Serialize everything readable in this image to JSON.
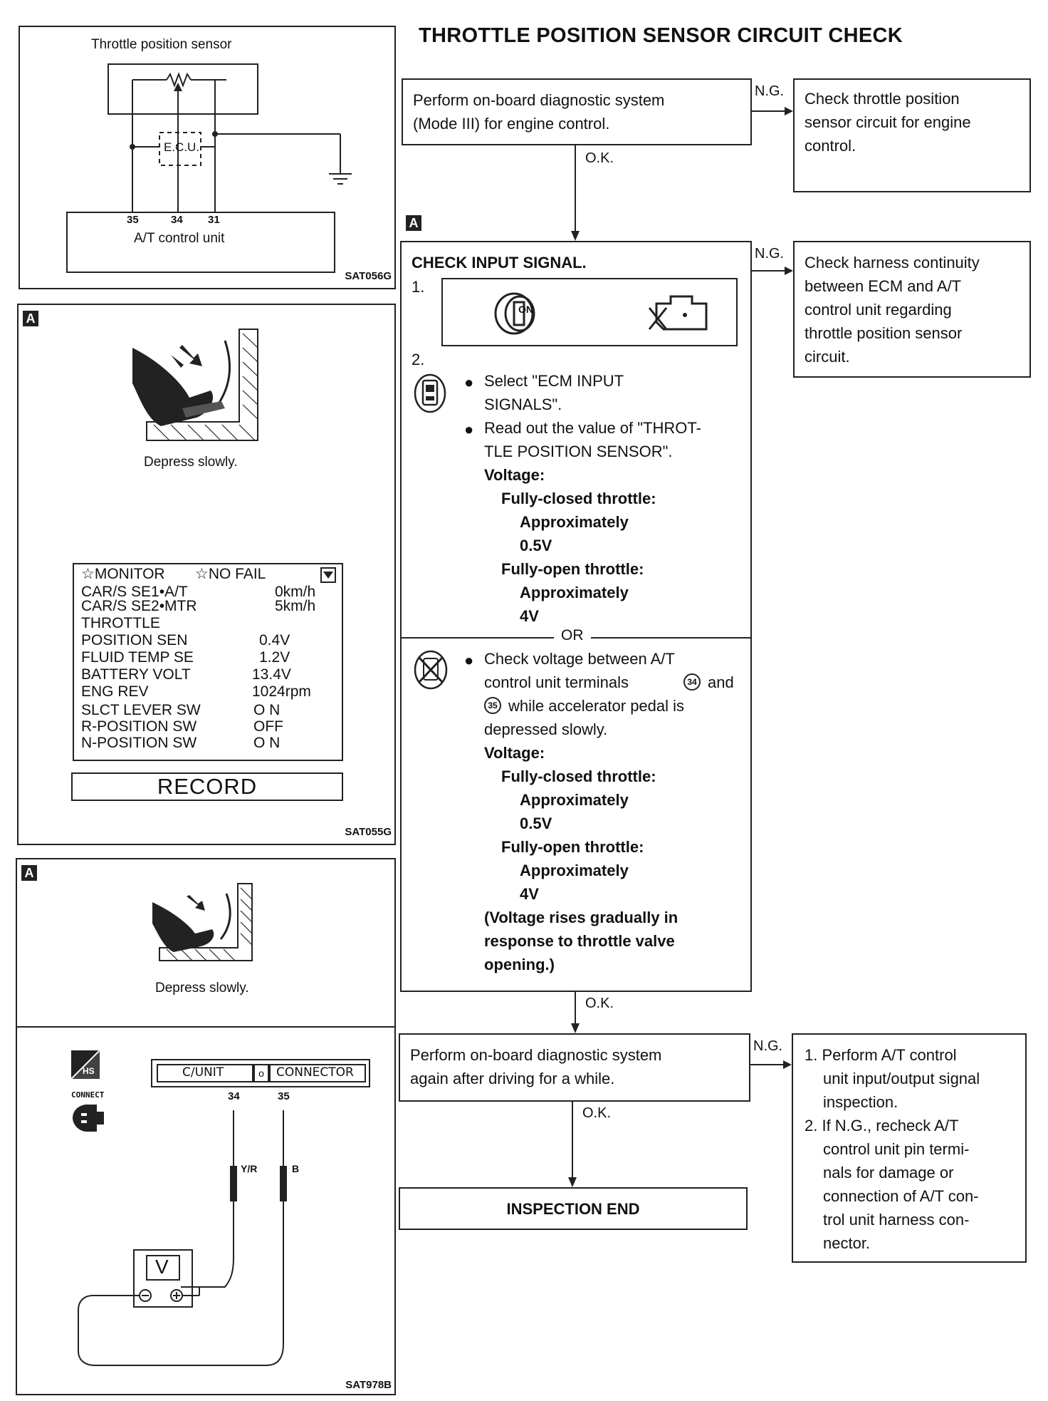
{
  "page_title": "THROTTLE POSITION SENSOR CIRCUIT CHECK",
  "diagram1": {
    "title": "Throttle position sensor",
    "ecu": "E.C.U.",
    "pins": [
      "35",
      "34",
      "31"
    ],
    "unit": "A/T control unit",
    "ref": "SAT056G"
  },
  "panel2": {
    "badge": "A",
    "caption": "Depress slowly.",
    "monitor": {
      "header_left": "☆MONITOR",
      "header_right": "☆NO FAIL",
      "rows": [
        {
          "label": "CAR/S SE1•A/T",
          "value": "0km/h"
        },
        {
          "label": "CAR/S SE2•MTR",
          "value": "5km/h"
        },
        {
          "label": "THROTTLE",
          "value": ""
        },
        {
          "label": "POSITION SEN",
          "value": "0.4V"
        },
        {
          "label": "FLUID TEMP SE",
          "value": "1.2V"
        },
        {
          "label": "BATTERY VOLT",
          "value": "13.4V"
        },
        {
          "label": "ENG REV",
          "value": "1024rpm"
        },
        {
          "label": "SLCT LEVER SW",
          "value": "O N"
        },
        {
          "label": "R-POSITION SW",
          "value": "OFF"
        },
        {
          "label": "N-POSITION SW",
          "value": "O N"
        }
      ],
      "record": "RECORD"
    },
    "ref": "SAT055G"
  },
  "panel3": {
    "badge": "A",
    "caption": "Depress slowly.",
    "connector_left": "C/UNIT",
    "connector_right": "CONNECTOR",
    "pin_a": "34",
    "pin_b": "35",
    "wire_a": "Y/R",
    "wire_b": "B",
    "hs": "HS",
    "connect": "CONNECT",
    "meter": "V",
    "ref": "SAT978B"
  },
  "flow": {
    "step1": [
      "Perform on-board diagnostic system",
      "(Mode III) for engine control."
    ],
    "step1_ng": [
      "Check throttle position",
      "sensor circuit for engine",
      "control."
    ],
    "ng": "N.G.",
    "ok": "O.K.",
    "badge": "A",
    "check_title": "CHECK INPUT SIGNAL.",
    "n1": "1.",
    "n2": "2.",
    "on_label": "ON",
    "b1": [
      "Select \"ECM INPUT",
      "SIGNALS\"."
    ],
    "b2": [
      "Read out the value of \"THROT-",
      "TLE POSITION SENSOR\"."
    ],
    "voltage": "Voltage:",
    "fully_closed": "Fully-closed throttle:",
    "approx": "Approximately",
    "v_closed": "0.5V",
    "fully_open": "Fully-open throttle:",
    "v_open": "4V",
    "or": "OR",
    "b3": [
      "Check voltage between A/T",
      "control unit terminals",
      "and",
      "while accelerator pedal is",
      "depressed slowly."
    ],
    "t34": "34",
    "t35": "35",
    "rise": [
      "(Voltage rises gradually in",
      "response to throttle valve",
      "opening.)"
    ],
    "check_ng": [
      "Check harness continuity",
      "between ECM and A/T",
      "control unit regarding",
      "throttle position sensor",
      "circuit."
    ],
    "step3": [
      "Perform on-board diagnostic system",
      "again after driving for a while."
    ],
    "step3_ng": [
      "1. Perform A/T control",
      "unit input/output signal",
      "inspection.",
      "2. If N.G., recheck A/T",
      "control unit pin termi-",
      "nals for damage or",
      "connection of A/T con-",
      "trol unit harness con-",
      "nector."
    ],
    "end": "INSPECTION END"
  }
}
